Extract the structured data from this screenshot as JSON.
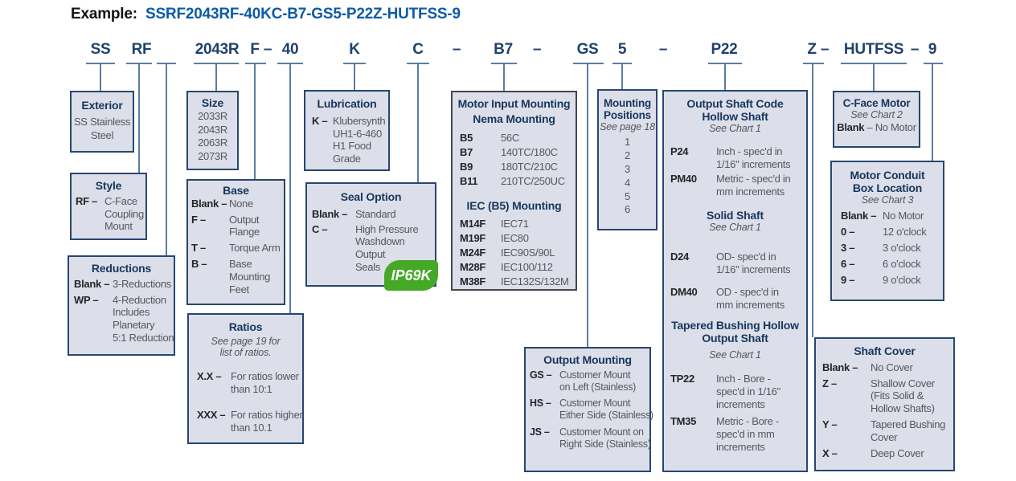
{
  "title": {
    "prefix": "Example:",
    "part_number": "SSRF2043RF-40KC-B7-GS5-P22Z-HUTFSS-9"
  },
  "codes": [
    "SS",
    "RF",
    "2043R",
    "F",
    "–",
    "40",
    "K",
    "C",
    "–",
    "B7",
    "–",
    "GS",
    "5",
    "–",
    "P22",
    "Z",
    "–",
    "HUTFSS",
    "–",
    "9"
  ],
  "colors": {
    "part_number_blue": "#0e5ba5",
    "code_navy": "#21416d",
    "box_fill": "#dcdfe9",
    "box_border": "#27476f",
    "connector": "#5b7da1",
    "badge_green": "#45a827"
  },
  "badge": {
    "label": "IP69K"
  },
  "boxes": {
    "exterior": {
      "title": "Exterior",
      "body": "SS Stainless\nSteel"
    },
    "style": {
      "title": "Style",
      "rows": [
        {
          "code": "RF –",
          "desc": "C-Face\nCoupling\nMount"
        }
      ]
    },
    "reductions": {
      "title": "Reductions",
      "rows": [
        {
          "code": "Blank –",
          "desc": "3-Reductions"
        },
        {
          "code": "WP –",
          "desc": "4-Reduction\nIncludes\nPlanetary\n5:1 Reduction"
        }
      ]
    },
    "size": {
      "title": "Size",
      "values": [
        "2033R",
        "2043R",
        "2063R",
        "2073R"
      ]
    },
    "base": {
      "title": "Base",
      "rows": [
        {
          "code": "Blank –",
          "desc": "None"
        },
        {
          "code": "F –",
          "desc": "Output\nFlange"
        },
        {
          "code": "T –",
          "desc": "Torque Arm"
        },
        {
          "code": "B –",
          "desc": "Base\nMounting\nFeet"
        }
      ]
    },
    "ratios": {
      "title": "Ratios",
      "note": "See page 19 for\nlist of ratios.",
      "rows": [
        {
          "code": "X.X –",
          "desc": "For ratios lower\nthan 10:1"
        },
        {
          "code": "XXX –",
          "desc": "For ratios higher\nthan 10.1"
        }
      ]
    },
    "lubrication": {
      "title": "Lubrication",
      "rows": [
        {
          "code": "K –",
          "desc": "Klubersynth\nUH1-6-460\nH1 Food\nGrade"
        }
      ]
    },
    "seal_option": {
      "title": "Seal Option",
      "rows": [
        {
          "code": "Blank –",
          "desc": "Standard"
        },
        {
          "code": "C –",
          "desc": "High Pressure\nWashdown\nOutput\nSeals"
        }
      ]
    },
    "motor_input": {
      "title": "Motor Input Mounting",
      "nema_heading": "Nema Mounting",
      "nema_rows": [
        {
          "code": "B5",
          "desc": "56C"
        },
        {
          "code": "B7",
          "desc": "140TC/180C"
        },
        {
          "code": "B9",
          "desc": "180TC/210C"
        },
        {
          "code": "B11",
          "desc": "210TC/250UC"
        }
      ],
      "iec_heading": "IEC (B5) Mounting",
      "iec_rows": [
        {
          "code": "M14F",
          "desc": "IEC71"
        },
        {
          "code": "M19F",
          "desc": "IEC80"
        },
        {
          "code": "M24F",
          "desc": "IEC90S/90L"
        },
        {
          "code": "M28F",
          "desc": "IEC100/112"
        },
        {
          "code": "M38F",
          "desc": "IEC132S/132M"
        }
      ]
    },
    "mounting_positions": {
      "title": "Mounting\nPositions",
      "note": "See page 18",
      "values": [
        "1",
        "2",
        "3",
        "4",
        "5",
        "6"
      ]
    },
    "output_mounting": {
      "title": "Output Mounting",
      "rows": [
        {
          "code": "GS –",
          "desc": "Customer Mount\non Left (Stainless)"
        },
        {
          "code": "HS –",
          "desc": "Customer Mount\nEither Side (Stainless)"
        },
        {
          "code": "JS –",
          "desc": "Customer Mount on\nRight Side (Stainless)"
        }
      ]
    },
    "output_shaft": {
      "hollow_heading": "Output Shaft Code\nHollow Shaft",
      "hollow_note": "See Chart 1",
      "hollow_rows": [
        {
          "code": "P24",
          "desc": "Inch - spec'd in\n1/16\" increments"
        },
        {
          "code": "PM40",
          "desc": "Metric - spec'd in\nmm increments"
        }
      ],
      "solid_heading": "Solid Shaft",
      "solid_note": "See Chart 1",
      "solid_rows": [
        {
          "code": "D24",
          "desc": "OD- spec'd in\n1/16\" increments"
        },
        {
          "code": "DM40",
          "desc": "OD - spec'd in\nmm increments"
        }
      ],
      "tapered_heading": "Tapered Bushing Hollow\nOutput Shaft",
      "tapered_note": "See Chart 1",
      "tapered_rows": [
        {
          "code": "TP22",
          "desc": "Inch - Bore -\nspec'd in 1/16\"\nincrements"
        },
        {
          "code": "TM35",
          "desc": "Metric - Bore -\nspec'd in mm\nincrements"
        }
      ]
    },
    "cface_motor": {
      "title": "C-Face Motor",
      "note": "See Chart 2",
      "rows": [
        {
          "code": "Blank",
          "desc": " – No Motor"
        }
      ]
    },
    "motor_conduit": {
      "title": "Motor Conduit\nBox Location",
      "note": "See Chart 3",
      "rows": [
        {
          "code": "Blank –",
          "desc": "No Motor"
        },
        {
          "code": "0 –",
          "desc": "12 o'clock"
        },
        {
          "code": "3 –",
          "desc": "3 o'clock"
        },
        {
          "code": "6 –",
          "desc": "6 o'clock"
        },
        {
          "code": "9 –",
          "desc": "9 o'clock"
        }
      ]
    },
    "shaft_cover": {
      "title": "Shaft Cover",
      "rows": [
        {
          "code": "Blank –",
          "desc": "No Cover"
        },
        {
          "code": "Z –",
          "desc": "Shallow Cover\n(Fits Solid &\nHollow Shafts)"
        },
        {
          "code": "Y –",
          "desc": "Tapered Bushing\nCover"
        },
        {
          "code": "X –",
          "desc": "Deep Cover"
        }
      ]
    }
  }
}
